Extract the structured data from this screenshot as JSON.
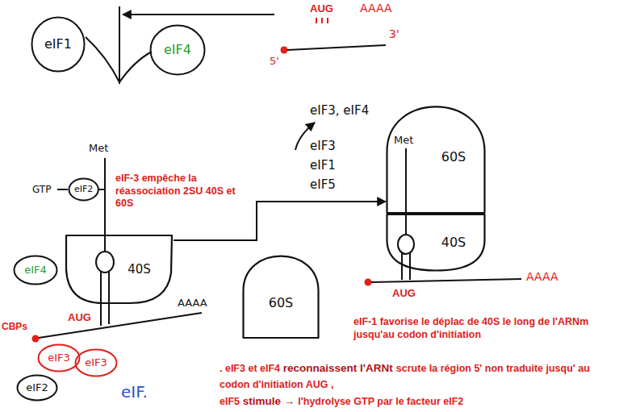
{
  "diagram": {
    "nodes": [
      {
        "text": [
          "eIF1"
        ]
      },
      {
        "text": [
          "eIF4"
        ]
      },
      {
        "text": [
          "eIF2"
        ]
      },
      {
        "text": [
          "40S"
        ]
      },
      {
        "text": [
          "eIF4"
        ]
      },
      {
        "text": [
          "eIF3"
        ]
      },
      {
        "text": [
          "eIF3"
        ]
      },
      {
        "text": [
          "eIF2"
        ]
      },
      {
        "text": [
          "60S"
        ]
      },
      {
        "text": [
          "60S"
        ]
      },
      {
        "text": [
          "40S"
        ]
      }
    ],
    "edges": [
      {
        "from": 3,
        "to": 9,
        "arrow": "to"
      }
    ],
    "labels": [
      "AUG",
      "AAAA",
      "3'",
      "5'",
      "Met",
      "GTP",
      "eIF-3 empêche la réassociation 2SU 40S et 60S",
      "AUG",
      "AAAA",
      "CBPs",
      "eIF.",
      "eIF3, eIF4",
      "eIF3",
      "eIF1",
      "eIF5",
      "Met",
      "AUG",
      "AAAA",
      "eIF-1 favorise le déplac de 40S le long de l'ARNm jusqu'au codon d'initiation",
      ". eIF3 et eIF4",
      "reconnaissent l'ARNt",
      "scrute la région 5' non traduite jusqu' au codon d'initiation AUG ,",
      "eIF5",
      "stimule →",
      "l'hydrolyse GTP par le facteur eIF2"
    ]
  }
}
